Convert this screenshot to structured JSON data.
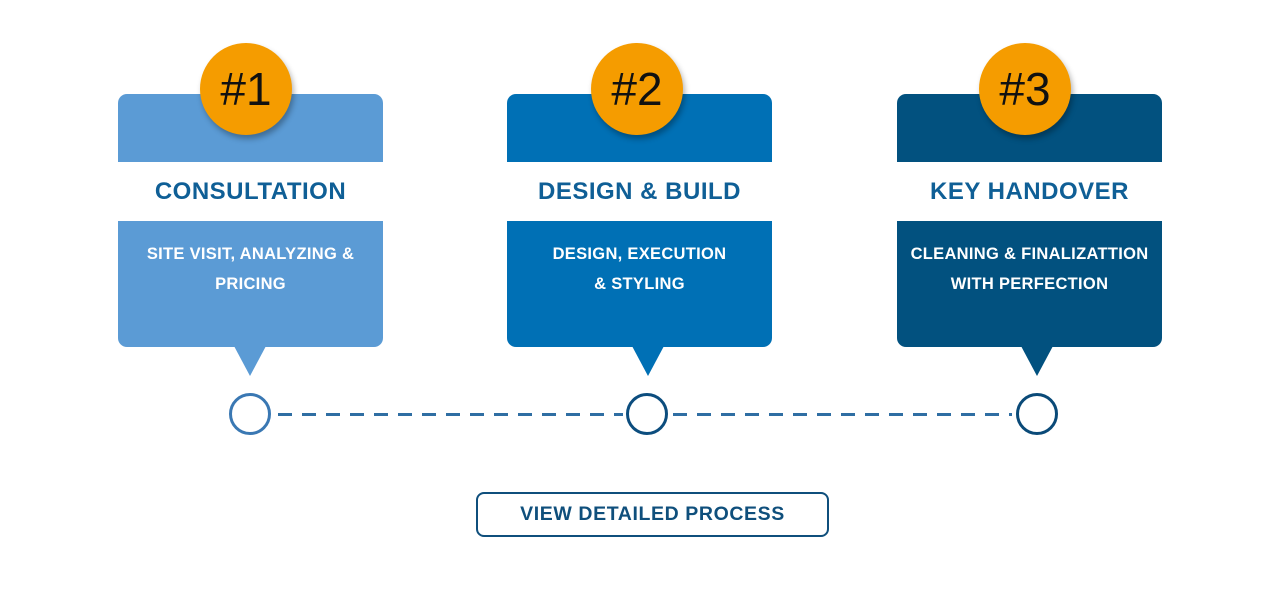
{
  "steps": [
    {
      "number": "#1",
      "title": "CONSULTATION",
      "desc_line1": "SITE VISIT, ANALYZING &",
      "desc_line2": "PRICING",
      "color": "#5b9bd5",
      "title_color": "#0f5f96"
    },
    {
      "number": "#2",
      "title": "DESIGN & BUILD",
      "desc_line1": "DESIGN, EXECUTION",
      "desc_line2": "& STYLING",
      "color": "#0070b5",
      "title_color": "#0f5f96"
    },
    {
      "number": "#3",
      "title": "KEY HANDOVER",
      "desc_line1": "CLEANING & FINALIZATTION",
      "desc_line2": "WITH PERFECTION",
      "color": "#02517f",
      "title_color": "#0f5f96"
    }
  ],
  "badge_color": "#f59c00",
  "timeline": {
    "node_colors": [
      "#3a78b3",
      "#0c4d7e",
      "#0a4a78"
    ],
    "line_color": "#2f6ea3"
  },
  "cta": {
    "label": "VIEW DETAILED PROCESS",
    "color": "#0f4f7c"
  }
}
